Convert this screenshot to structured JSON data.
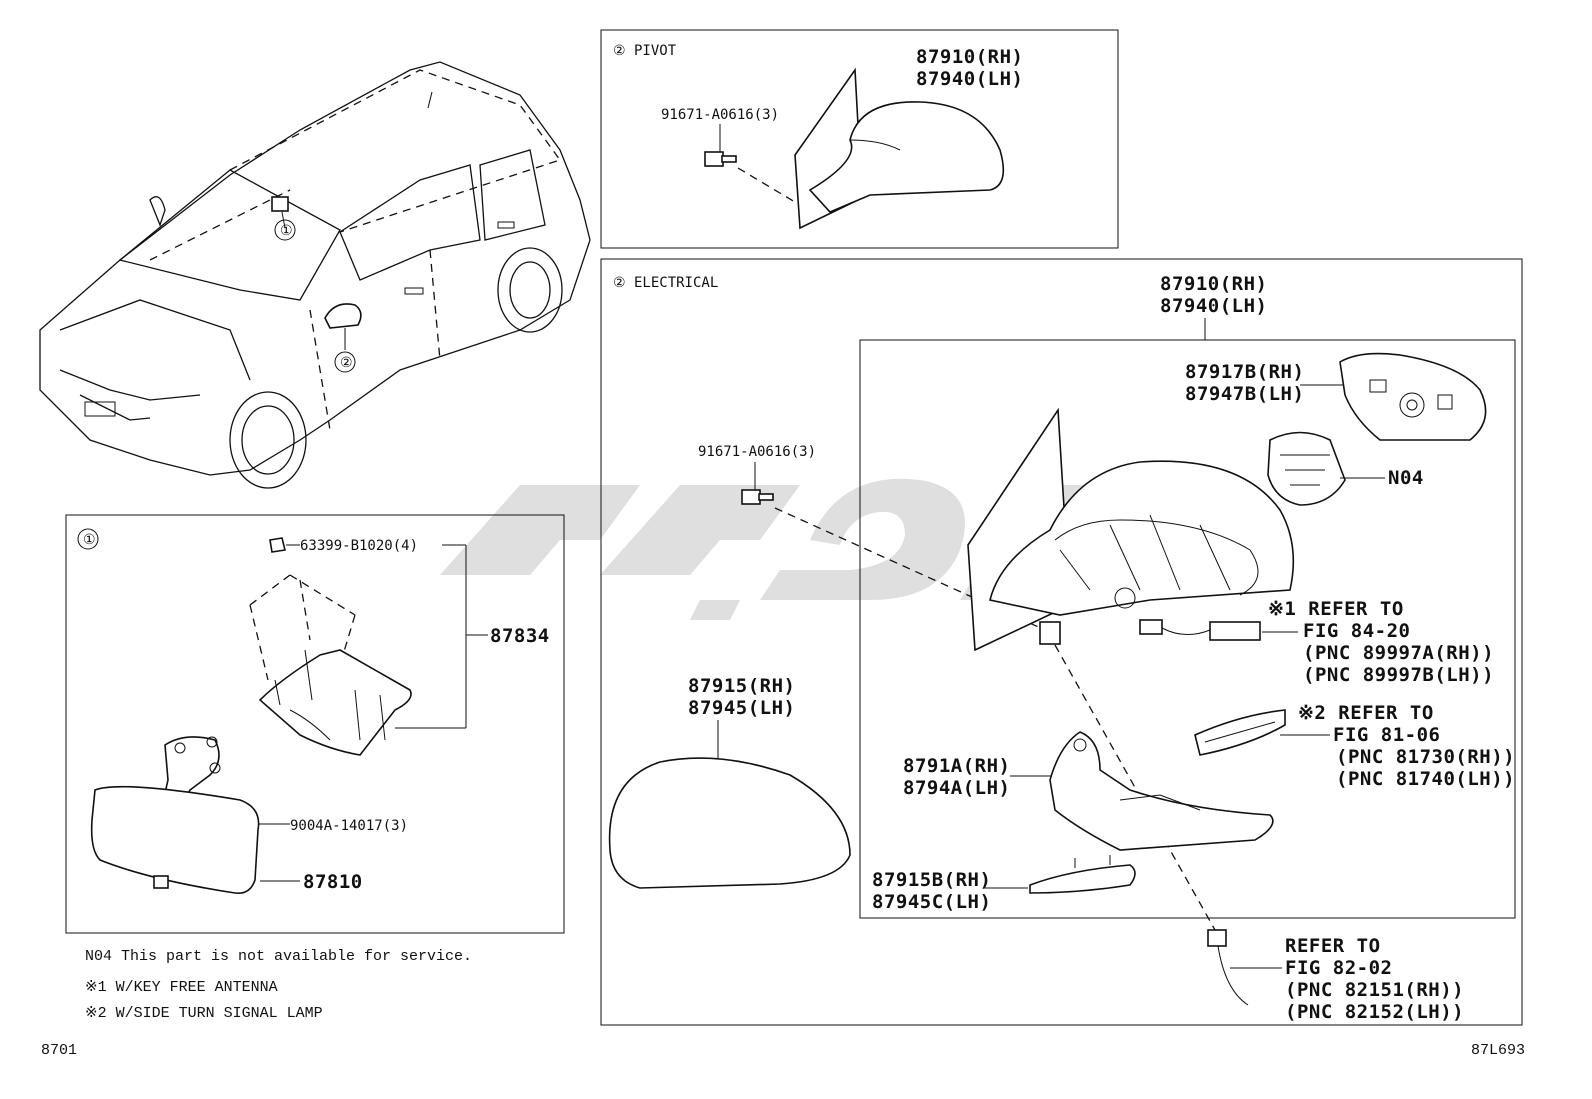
{
  "pivot": {
    "label": "② PIVOT",
    "mirror_rh": "87910(RH)",
    "mirror_lh": "87940(LH)",
    "screw": "91671-A0616(3)"
  },
  "electrical": {
    "label": "② ELECTRICAL",
    "mirror_rh": "87910(RH)",
    "mirror_lh": "87940(LH)",
    "housing_rh": "87917B(RH)",
    "housing_lh": "87947B(LH)",
    "motor": "N04",
    "screw": "91671-A0616(3)",
    "ref1": [
      "※1 REFER TO",
      "FIG 84-20",
      "(PNC 89997A(RH))",
      "(PNC 89997B(LH))"
    ],
    "ref2": [
      "※2 REFER TO",
      "FIG 81-06",
      "(PNC 81730(RH))",
      "(PNC 81740(LH))"
    ],
    "cover_rh": "87915(RH)",
    "cover_lh": "87945(LH)",
    "bracket_rh": "8791A(RH)",
    "bracket_lh": "8794A(LH)",
    "garnish_rh": "87915B(RH)",
    "garnish_lh": "87945C(LH)",
    "ref3": [
      "REFER TO",
      "FIG 82-02",
      "(PNC 82151(RH))",
      "(PNC 82152(LH))"
    ]
  },
  "inner_mirror": {
    "label": "①",
    "clip": "63399-B1020(4)",
    "cover": "87834",
    "screw": "9004A-14017(3)",
    "mirror": "87810"
  },
  "car": {
    "callout1": "①",
    "callout2": "②"
  },
  "notes": [
    "N04 This part is not available for service.",
    "※1 W/KEY FREE ANTENNA",
    "※2 W/SIDE TURN SIGNAL LAMP"
  ],
  "footer": {
    "left": "8701",
    "right": "87L693"
  }
}
